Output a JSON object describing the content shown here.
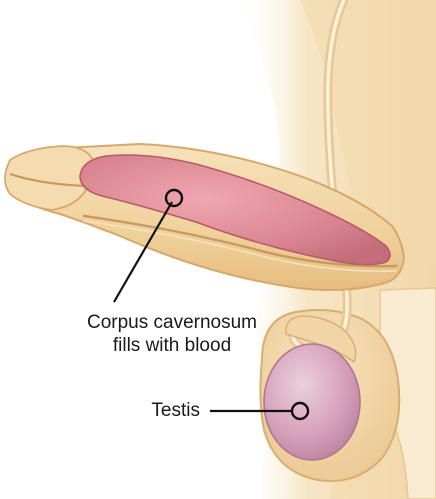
{
  "labels": {
    "corpus_line1": "Corpus cavernosum",
    "corpus_line2": "fills with blood",
    "testis": "Testis"
  },
  "colors": {
    "skin": "#f2d7a6",
    "skin_edge": "#d8ae6d",
    "skin_light": "#f8e9c9",
    "background_body": "#f6e6c8",
    "corpus_fill": "#d8838f",
    "corpus_edge": "#b85a68",
    "testis_fill": "#d6a0ba",
    "testis_edge": "#b77d9a",
    "leader_line": "#111111",
    "text": "#1a1a1a"
  }
}
